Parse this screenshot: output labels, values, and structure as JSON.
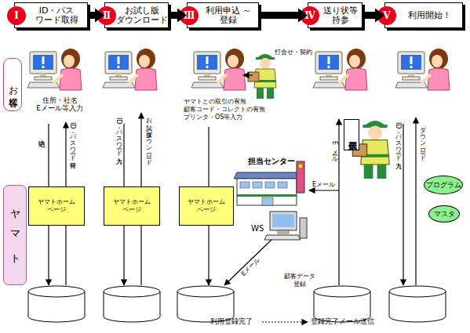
{
  "diagram": {
    "nodes": [
      {
        "text": [
          "Ⅰ",
          "ID・パス ワード取得"
        ]
      },
      {
        "text": [
          "Ⅱ",
          "お試し版 ダウンロード"
        ]
      },
      {
        "text": [
          "Ⅲ",
          "利用申込 ～登録"
        ]
      },
      {
        "text": [
          "Ⅳ",
          "送り状等 持参"
        ]
      },
      {
        "text": [
          "Ⅴ",
          "利用開始！"
        ]
      },
      {
        "text": [
          "お客様"
        ]
      },
      {
        "text": [
          "ヤマト"
        ]
      },
      {
        "text": [
          "ヤマトホーム ページ"
        ]
      },
      {
        "text": [
          "ヤマトホーム ページ"
        ]
      },
      {
        "text": [
          "ヤマトホーム ページ"
        ]
      },
      {
        "text": [
          "担当センター"
        ]
      },
      {
        "text": [
          "WS"
        ]
      },
      {
        "text": [
          "伝票"
        ]
      },
      {
        "text": [
          "プログラム"
        ]
      },
      {
        "text": [
          "マスタ"
        ]
      }
    ],
    "edges": [
      {
        "from": 0,
        "to": 1,
        "arrow": "to"
      },
      {
        "from": 1,
        "to": 2,
        "arrow": "to"
      },
      {
        "from": 2,
        "to": 3,
        "arrow": "to"
      },
      {
        "from": 3,
        "to": 4,
        "arrow": "to"
      }
    ],
    "labels": [
      "住所・社名 Eメール等入力",
      "申込",
      "ID・パスワード発行",
      "ID・パスワード入力",
      "お試し版ダウンロード",
      "ヤマトとの取引の有無 顧客コード・コレクトの有無 プリンタ・OS等入力",
      "打合せ・契約",
      "Eメール",
      "Eメール",
      "Eメール",
      "顧客データ 登録",
      "ID・パスワード入力",
      "ダウンロード",
      "利用登録完了",
      "登録完了メール送信"
    ]
  }
}
